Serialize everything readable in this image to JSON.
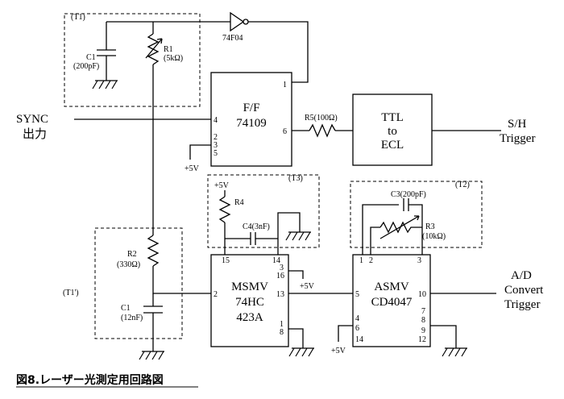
{
  "caption": "図8.レーザー光測定用回路図",
  "groups": {
    "t1": "(T1)",
    "t1p": "(T1')",
    "t2": "(T2)",
    "t3": "(T3)"
  },
  "inverter": {
    "label": "74F04"
  },
  "ff": {
    "line1": "F/F",
    "line2": "74109",
    "pins": [
      "1",
      "4",
      "6",
      "2",
      "3",
      "5"
    ],
    "vcc": "+5V"
  },
  "ttl": {
    "line1": "TTL",
    "line2": "to",
    "line3": "ECL"
  },
  "msmv": {
    "line1": "MSMV",
    "line2": "74HC",
    "line3": "423A",
    "pins": [
      "15",
      "14",
      "16",
      "3",
      "2",
      "13",
      "1",
      "8"
    ],
    "vcc": "+5V"
  },
  "asmv": {
    "line1": "ASMV",
    "line2": "CD4047",
    "pins": [
      "1",
      "2",
      "3",
      "5",
      "10",
      "7",
      "8",
      "9",
      "12",
      "4",
      "6",
      "14"
    ],
    "vcc": "+5V"
  },
  "components": {
    "c1_name": "C1",
    "c1_val": "(200pF)",
    "r1_name": "R1",
    "r1_val": "(5kΩ)",
    "r5": "R5(100Ω)",
    "r2_name": "R2",
    "r2_val": "(330Ω)",
    "c1b_name": "C1",
    "c1b_val": "(12nF)",
    "r4_vcc": "+5V",
    "r4_name": "R4",
    "c4": "C4(3nF)",
    "c3": "C3(200pF)",
    "r3_name": "R3",
    "r3_val": "(10kΩ)"
  },
  "signals": {
    "sync_1": "SYNC",
    "sync_2": "出力",
    "sh_1": "S/H",
    "sh_2": "Trigger",
    "ad_1": "A/D",
    "ad_2": "Convert",
    "ad_3": "Trigger"
  }
}
